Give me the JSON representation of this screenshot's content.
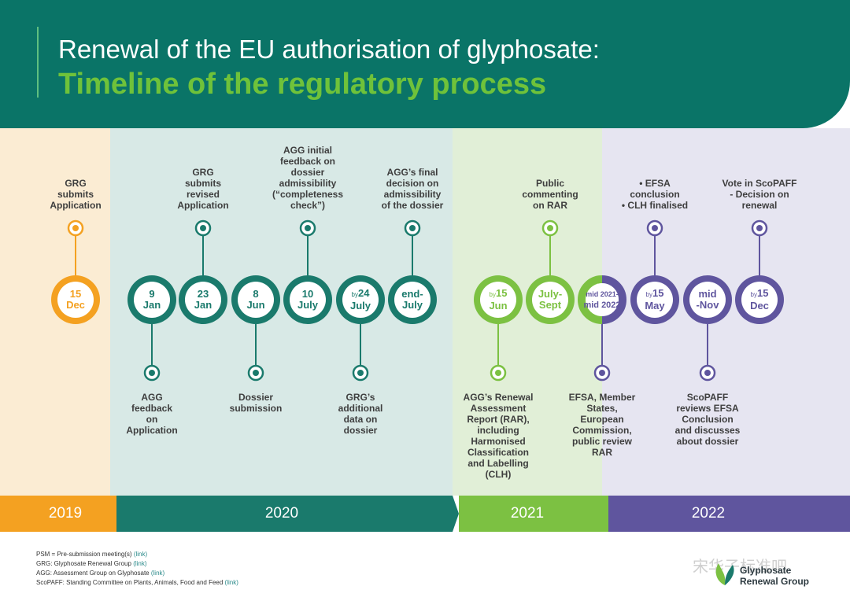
{
  "header": {
    "title": "Renewal of the EU authorisation of glyphosate:",
    "subtitle": "Timeline of the regulatory process"
  },
  "colors": {
    "teal": "#1a7a6c",
    "orange": "#f4a121",
    "green": "#7cc142",
    "purple": "#5f559e",
    "header_bg": "#0a7467",
    "subtitle": "#6fc23a"
  },
  "years": [
    "2019",
    "2020",
    "2021",
    "2022"
  ],
  "events": [
    {
      "date_line1": "15",
      "date_line2": "Dec",
      "label": "GRG\nsubmits\nApplication",
      "position": "above",
      "color": "orange"
    },
    {
      "date_line1": "9",
      "date_line2": "Jan",
      "label": "AGG\nfeedback\non\nApplication",
      "position": "below",
      "color": "teal"
    },
    {
      "date_line1": "23",
      "date_line2": "Jan",
      "label": "GRG\nsubmits\nrevised\nApplication",
      "position": "above",
      "color": "teal"
    },
    {
      "date_line1": "8",
      "date_line2": "Jun",
      "label": "Dossier\nsubmission",
      "position": "below",
      "color": "teal"
    },
    {
      "date_line1": "10",
      "date_line2": "July",
      "label": "AGG initial\nfeedback on\ndossier\nadmissibility\n(“completeness\ncheck”)",
      "position": "above",
      "color": "teal"
    },
    {
      "date_prefix": "by",
      "date_line1": "24",
      "date_line2": "July",
      "label": "GRG’s\nadditional\ndata on\ndossier",
      "position": "below",
      "color": "teal"
    },
    {
      "date_line1": "end-",
      "date_line2": "July",
      "label": "AGG’s final\ndecision on\nadmissibility\nof the dossier",
      "position": "above",
      "color": "teal"
    },
    {
      "date_prefix": "by",
      "date_line1": "15",
      "date_line2": "Jun",
      "label": "AGG’s Renewal\nAssessment\nReport (RAR),\nincluding\nHarmonised\nClassification\nand Labelling\n(CLH)",
      "position": "below",
      "color": "green"
    },
    {
      "date_line1": "July-",
      "date_line2": "Sept",
      "label": "Public\ncommenting\non RAR",
      "position": "above",
      "color": "green"
    },
    {
      "date_line1": "mid 2021-",
      "date_line2": "mid 2022",
      "label": "EFSA, Member\nStates,\nEuropean\nCommission,\npublic review\nRAR",
      "position": "below",
      "color": "green-purple"
    },
    {
      "date_prefix": "by",
      "date_line1": "15",
      "date_line2": "May",
      "label": "• EFSA\nconclusion\n• CLH finalised",
      "position": "above",
      "color": "purple"
    },
    {
      "date_line1": "mid",
      "date_line2": "-Nov",
      "label": "ScoPAFF\nreviews EFSA\nConclusion\nand discusses\nabout dossier",
      "position": "below",
      "color": "purple"
    },
    {
      "date_prefix": "by",
      "date_line1": "15",
      "date_line2": "Dec",
      "label": "Vote in ScoPAFF\n- Decision on\nrenewal",
      "position": "above",
      "color": "purple"
    }
  ],
  "footer": {
    "lines": [
      {
        "text": "PSM = Pre-submission meeting(s)",
        "link": "(link)"
      },
      {
        "text": "GRG: Glyphosate Renewal Group",
        "link": "(link)"
      },
      {
        "text": "AGG: Assessment Group on Glyphosate",
        "link": "(link)"
      },
      {
        "text": "ScoPAFF: Standing Committee on Plants, Animals, Food and Feed",
        "link": "(link)"
      }
    ]
  },
  "logo": {
    "line1": "Glyphosate",
    "line2": "Renewal Group"
  },
  "watermark": "宋华子标准吧"
}
